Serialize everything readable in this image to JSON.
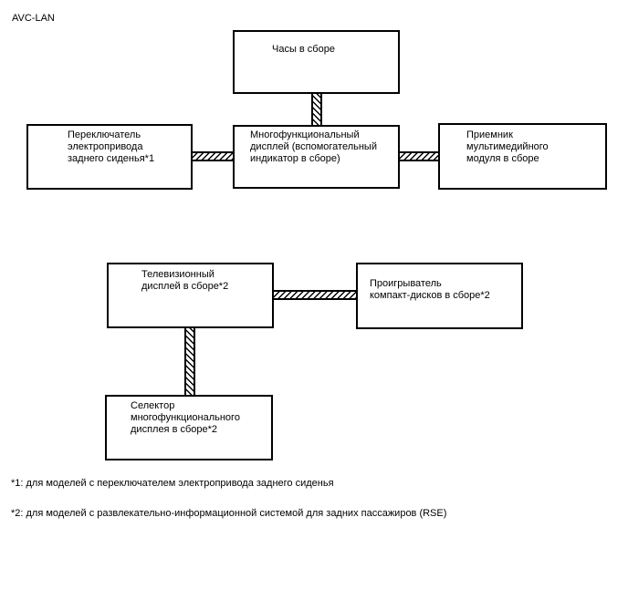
{
  "diagram": {
    "label": "AVC-LAN",
    "nodes": {
      "clock": {
        "text": "Часы в сборе"
      },
      "rear_seat_switch": {
        "text": "Переключатель\nэлектропривода\nзаднего сиденья*1"
      },
      "multifunction_display": {
        "text": "Многофункциональный\nдисплей (вспомогательный\nиндикатор в сборе)"
      },
      "multimedia_receiver": {
        "text": "Приемник\nмультимедийного\nмодуля в сборе"
      },
      "tv_display": {
        "text": "Телевизионный\nдисплей в сборе*2"
      },
      "cd_player": {
        "text": "Проигрыватель\nкомпакт-дисков в сборе*2"
      },
      "display_selector": {
        "text": "Селектор\nмногофункционального\nдисплея в сборе*2"
      }
    },
    "footnotes": [
      "*1: для моделей с переключателем электропривода заднего сиденья",
      "*2: для моделей с развлекательно-информационной системой для задних пассажиров (RSE)"
    ]
  }
}
